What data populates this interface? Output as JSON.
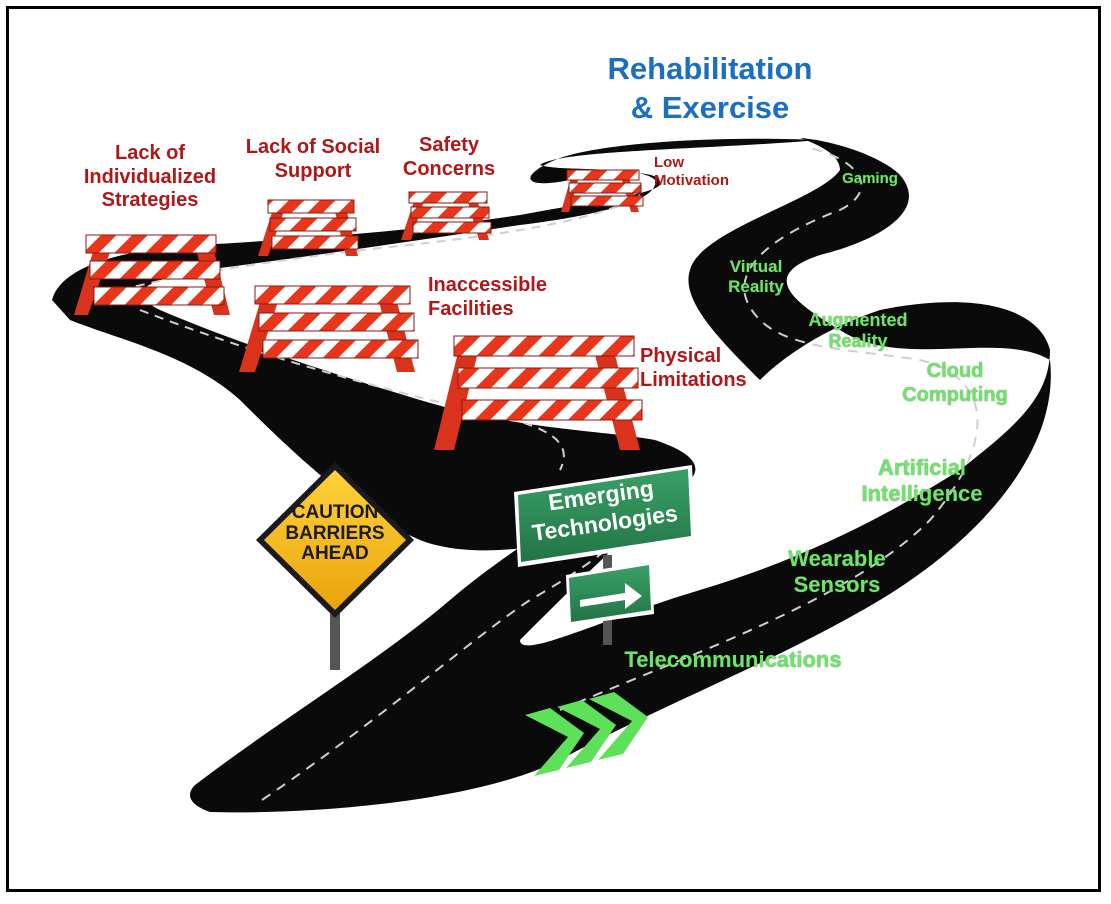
{
  "title": "Rehabilitation\n& Exercise",
  "barriers": [
    {
      "label": "Lack of\nIndividualized\nStrategies"
    },
    {
      "label": "Lack of Social\nSupport"
    },
    {
      "label": "Safety\nConcerns"
    },
    {
      "label": "Low\nMotivation"
    },
    {
      "label": "Inaccessible\nFacilities"
    },
    {
      "label": "Physical\nLimitations"
    }
  ],
  "technologies": [
    {
      "label": "Gaming"
    },
    {
      "label": "Virtual\nReality"
    },
    {
      "label": "Augmented\nReality"
    },
    {
      "label": "Cloud\nComputing"
    },
    {
      "label": "Artificial\nIntelligence"
    },
    {
      "label": "Wearable\nSensors"
    },
    {
      "label": "Telecommunications"
    }
  ],
  "caution_sign": "CAUTION\nBARRIERS\nAHEAD",
  "emerging_sign": "Emerging\nTechnologies",
  "colors": {
    "barrier_text": "#b01717",
    "tech_text": "#6fe36a",
    "title": "#1a6fc0",
    "road": "#0a0a0a",
    "sign_green": "#2f8a55",
    "caution_yellow": "#f5b514"
  }
}
